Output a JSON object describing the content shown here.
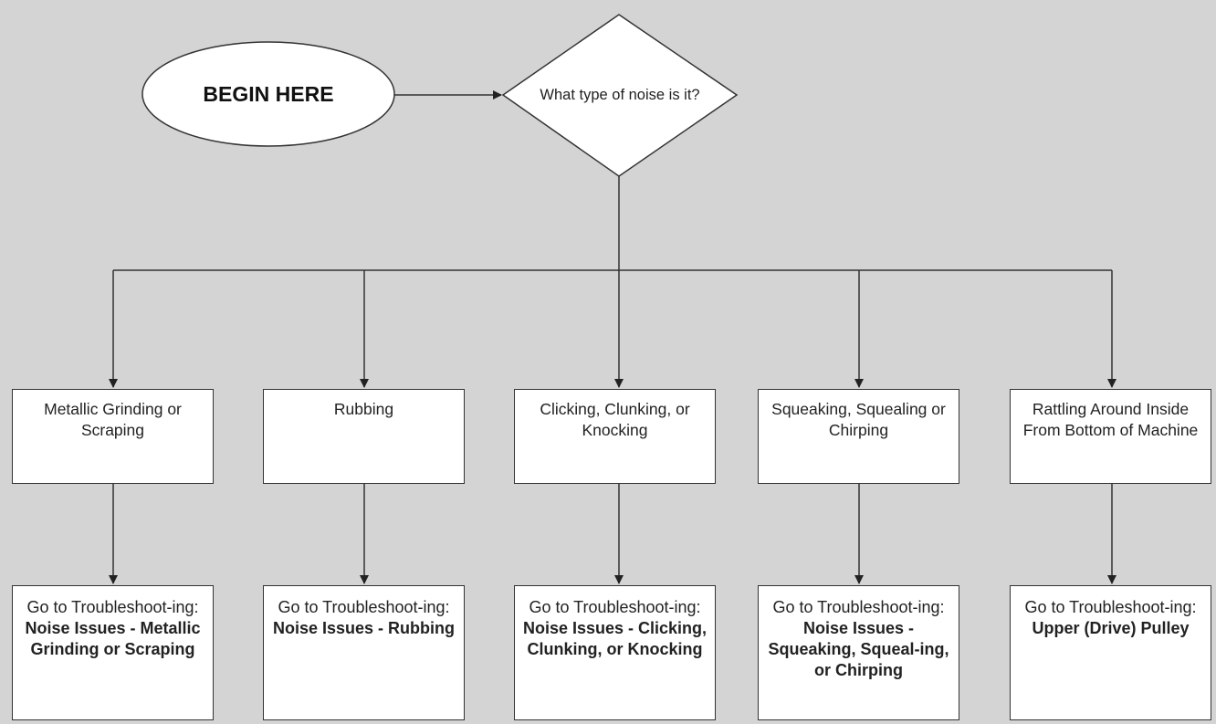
{
  "start": {
    "label": "BEGIN HERE"
  },
  "question": {
    "text": "What type of noise is it?"
  },
  "noise_types": [
    {
      "label": "Metallic Grinding or Scraping"
    },
    {
      "label": "Rubbing"
    },
    {
      "label": "Clicking, Clunking, or Knocking"
    },
    {
      "label": "Squeaking, Squealing or Chirping"
    },
    {
      "label": "Rattling Around Inside From Bottom of Machine"
    }
  ],
  "actions": [
    {
      "prefix": "Go to Troubleshoot-ing:",
      "target": "Noise Issues - Metallic Grinding or Scraping"
    },
    {
      "prefix": "Go to Troubleshoot-ing:",
      "target": "Noise Issues - Rubbing"
    },
    {
      "prefix": "Go to Troubleshoot-ing:",
      "target": "Noise Issues - Clicking, Clunking, or Knocking"
    },
    {
      "prefix": "Go to Troubleshoot-ing:",
      "target": "Noise Issues - Squeaking, Squeal-ing, or Chirping"
    },
    {
      "prefix": "Go to Troubleshoot-ing:",
      "target": "Upper (Drive) Pulley"
    }
  ],
  "colors": {
    "background": "#d4d4d4",
    "box_fill": "#ffffff",
    "stroke": "#333333"
  }
}
